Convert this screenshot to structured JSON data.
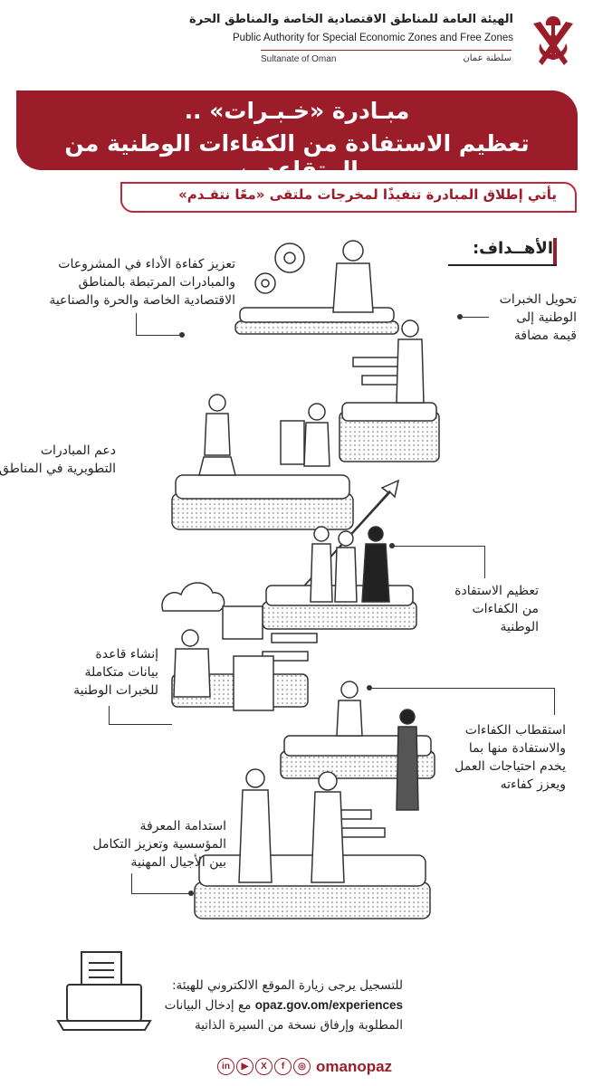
{
  "header": {
    "authority_ar": "الهيئة العامة للمناطق الاقتصادية الخاصة والمناطق الحرة",
    "authority_en": "Public Authority for Special Economic Zones and Free Zones",
    "country_en": "Sultanate of Oman",
    "country_ar": "سلطنة عمان"
  },
  "title": {
    "line1": "مبـادرة «خـبـرات» ..",
    "line2": "تعظيم الاستفادة من الكفاءات الوطنية من المتقاعدين"
  },
  "subtitle": "يأتي إطلاق المبادرة تنفيذًا لمخرجات ملتقى «معًا نتقـدم»",
  "goals_heading": "الأهــداف:",
  "goals": [
    {
      "lines": [
        "تعزيز كفاءة الأداء في المشروعات",
        "والمبادرات المرتبطة بالمناطق",
        "الاقتصادية الخاصة والحرة والصناعية"
      ]
    },
    {
      "lines": [
        "تحويل الخبرات",
        "الوطنية إلى",
        "قيمة مضافة"
      ]
    },
    {
      "lines": [
        "دعم المبادرات",
        "التطويرية في المناطق"
      ]
    },
    {
      "lines": [
        "تعظيم الاستفادة",
        "من الكفاءات",
        "الوطنية"
      ]
    },
    {
      "lines": [
        "إنشاء قاعدة",
        "بيانات متكاملة",
        "للخبرات الوطنية"
      ]
    },
    {
      "lines": [
        "استقطاب الكفاءات",
        "والاستفادة منها بما",
        "يخدم احتياجات العمل",
        "ويعزز كفاءته"
      ]
    },
    {
      "lines": [
        "استدامة المعرفة",
        "المؤسسية وتعزيز التكامل",
        "بين الأجيال المهنية"
      ]
    }
  ],
  "footer": {
    "line1": "للتسجيل يرجى زيارة الموقع الالكتروني للهيئة:",
    "url": "opaz.gov.om/experiences",
    "line2_suffix": "مع إدخال البيانات",
    "line3": "المطلوبة وإرفاق نسخة من السيرة الذاتية",
    "handle": "omanopaz",
    "social_icons": [
      "linkedin-icon",
      "youtube-icon",
      "x-icon",
      "facebook-icon",
      "instagram-icon"
    ]
  },
  "colors": {
    "brand": "#9c1d2a",
    "text": "#222222"
  }
}
